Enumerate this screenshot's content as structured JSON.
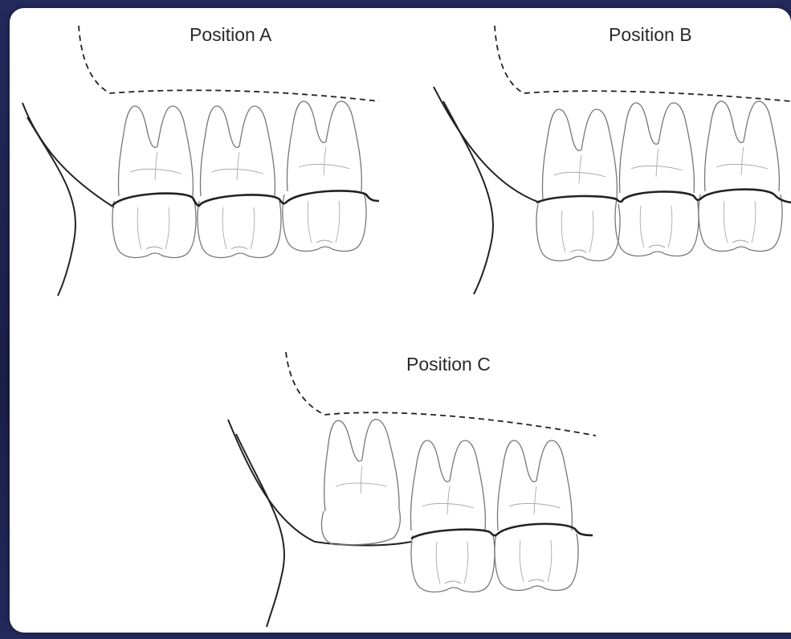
{
  "figure": {
    "panels": [
      {
        "label": "Position A"
      },
      {
        "label": "Position B"
      },
      {
        "label": "Position C"
      }
    ]
  },
  "colors": {
    "background": "#1f2350",
    "panel": "#ffffff",
    "line": "#222222",
    "tooth_outline": "#777777"
  }
}
